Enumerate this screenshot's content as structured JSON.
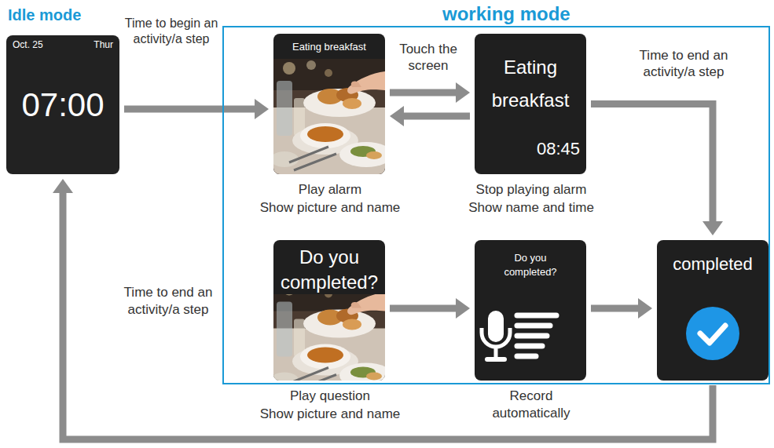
{
  "diagram": {
    "nodes": [
      {
        "text": [
          "Idle mode",
          "Oct. 25",
          "Thur",
          "07:00"
        ]
      },
      {
        "text": [
          "working mode"
        ]
      },
      {
        "text": [
          "Eating breakfast"
        ],
        "in": 1
      },
      {
        "text": [
          "Eating breakfast",
          "08:45"
        ],
        "in": 1
      },
      {
        "text": [
          "Do you completed?"
        ],
        "in": 1
      },
      {
        "text": [
          "Do you completed?"
        ],
        "in": 1
      },
      {
        "text": [
          "completed"
        ],
        "in": 1
      }
    ],
    "edges": [
      {
        "from": 0,
        "to": 2,
        "arrow": "to",
        "label": "Time to begin an activity/a step"
      },
      {
        "from": 2,
        "to": 3,
        "arrow": "to",
        "label": "Touch the screen"
      },
      {
        "from": 3,
        "to": 2,
        "arrow": "to"
      },
      {
        "from": 3,
        "to": 6,
        "arrow": "to",
        "label": "Time to end an activity/a step"
      },
      {
        "from": 4,
        "to": 5,
        "arrow": "to"
      },
      {
        "from": 5,
        "to": 6,
        "arrow": "to"
      },
      {
        "from": 6,
        "to": 0,
        "arrow": "to"
      }
    ],
    "labels": [
      "Time to end an activity/a step",
      "Play alarm",
      "Show picture and name",
      "Stop playing alarm",
      "Show name and time",
      "Play question",
      "Show picture and name",
      "Record automatically"
    ]
  }
}
